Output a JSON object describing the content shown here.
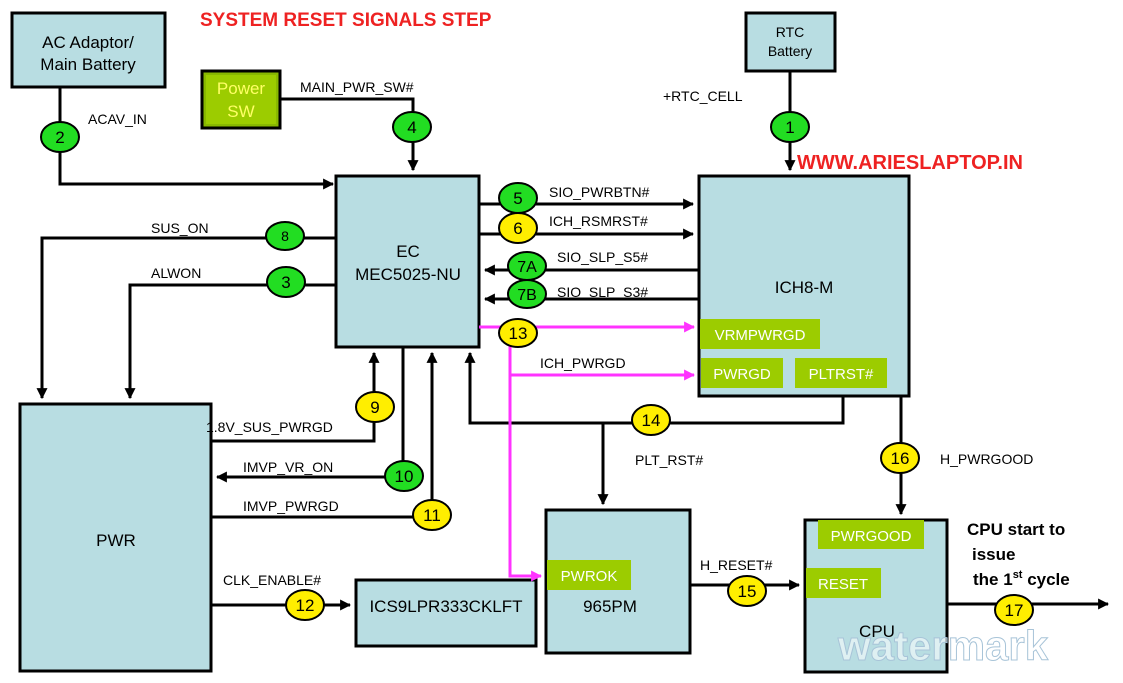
{
  "title": "SYSTEM RESET SIGNALS STEP",
  "website": "WWW.ARIESLAPTOP.IN",
  "watermark": "watermark",
  "blocks": {
    "ac_adaptor": {
      "line1": "AC Adaptor/",
      "line2": "Main Battery"
    },
    "power_sw": {
      "line1": "Power",
      "line2": "SW"
    },
    "rtc_battery": {
      "line1": "RTC",
      "line2": "Battery"
    },
    "ec": {
      "line1": "EC",
      "line2": "MEC5025-NU"
    },
    "ich": {
      "label": "ICH8-M"
    },
    "pwr": {
      "label": "PWR"
    },
    "clock": {
      "label": "ICS9LPR333CKLFT"
    },
    "gmch": {
      "label": "965PM"
    },
    "cpu": {
      "label": "CPU"
    }
  },
  "pins": {
    "vrmpwrgd": "VRMPWRGD",
    "pwrgd": "PWRGD",
    "pltrst": "PLTRST#",
    "pwrok": "PWROK",
    "pwrgood": "PWRGOOD",
    "reset": "RESET"
  },
  "signals": {
    "acav_in": "ACAV_IN",
    "main_pwr_sw": "MAIN_PWR_SW#",
    "rtc_cell": "+RTC_CELL",
    "sio_pwrbtn": "SIO_PWRBTN#",
    "ich_rsmrst": "ICH_RSMRST#",
    "sio_slp_s5": "SIO_SLP_S5#",
    "sio_slp_s3": "SIO_SLP_S3#",
    "sus_on": "SUS_ON",
    "alwon": "ALWON",
    "ich_pwrgd": "ICH_PWRGD",
    "sus_pwrgd": "1.8V_SUS_PWRGD",
    "imvp_vr_on": "IMVP_VR_ON",
    "imvp_pwrgd": "IMVP_PWRGD",
    "clk_enable": "CLK_ENABLE#",
    "plt_rst": "PLT_RST#",
    "h_reset": "H_RESET#",
    "h_pwrgood": "H_PWRGOOD"
  },
  "cpu_note": {
    "line1": "CPU start to",
    "line2": "issue",
    "line3_pre": "the 1",
    "line3_sup": "st",
    "line3_post": " cycle"
  },
  "steps": {
    "s1": "1",
    "s2": "2",
    "s3": "3",
    "s4": "4",
    "s5": "5",
    "s6": "6",
    "s7a": "7A",
    "s7b": "7B",
    "s8": "8",
    "s9": "9",
    "s10": "10",
    "s11": "11",
    "s12": "12",
    "s13": "13",
    "s14": "14",
    "s15": "15",
    "s16": "16",
    "s17": "17"
  },
  "colors": {
    "block_fill": "#b8dde2",
    "pin_fill": "#9ccc00",
    "step_green": "#22dd22",
    "step_yellow": "#ffee00",
    "highlight_line": "#ff33ff",
    "title_red": "#ee2222"
  }
}
